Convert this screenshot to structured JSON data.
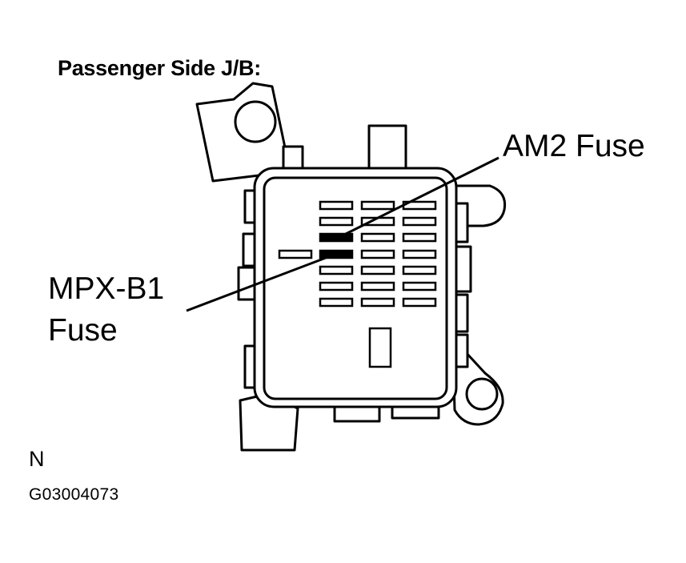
{
  "title": "Passenger Side J/B:",
  "callouts": {
    "am2": "AM2 Fuse",
    "mpx_line1": "MPX-B1",
    "mpx_line2": "Fuse"
  },
  "view_letter": "N",
  "figure_code": "G03004073",
  "colors": {
    "ink": "#000000",
    "paper": "#ffffff",
    "highlight_fuse": "#000000"
  }
}
